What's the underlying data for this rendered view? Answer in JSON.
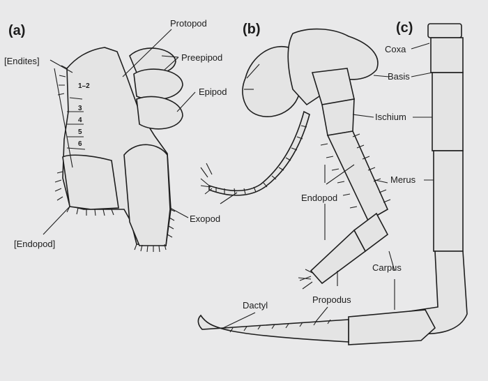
{
  "panels": {
    "a": "(a)",
    "b": "(b)",
    "c": "(c)"
  },
  "labels": {
    "protopod": "Protopod",
    "preepipod": "Preepipod",
    "epipod": "Epipod",
    "endites": "[Endites]",
    "endopod_a": "[Endopod]",
    "exopod": "Exopod",
    "endopod_b": "Endopod",
    "coxa": "Coxa",
    "basis": "Basis",
    "ischium": "Ischium",
    "merus": "Merus",
    "carpus": "Carpus",
    "propodus": "Propodus",
    "dactyl": "Dactyl"
  },
  "endite_numbers": [
    "1–2",
    "3",
    "4",
    "5",
    "6"
  ]
}
